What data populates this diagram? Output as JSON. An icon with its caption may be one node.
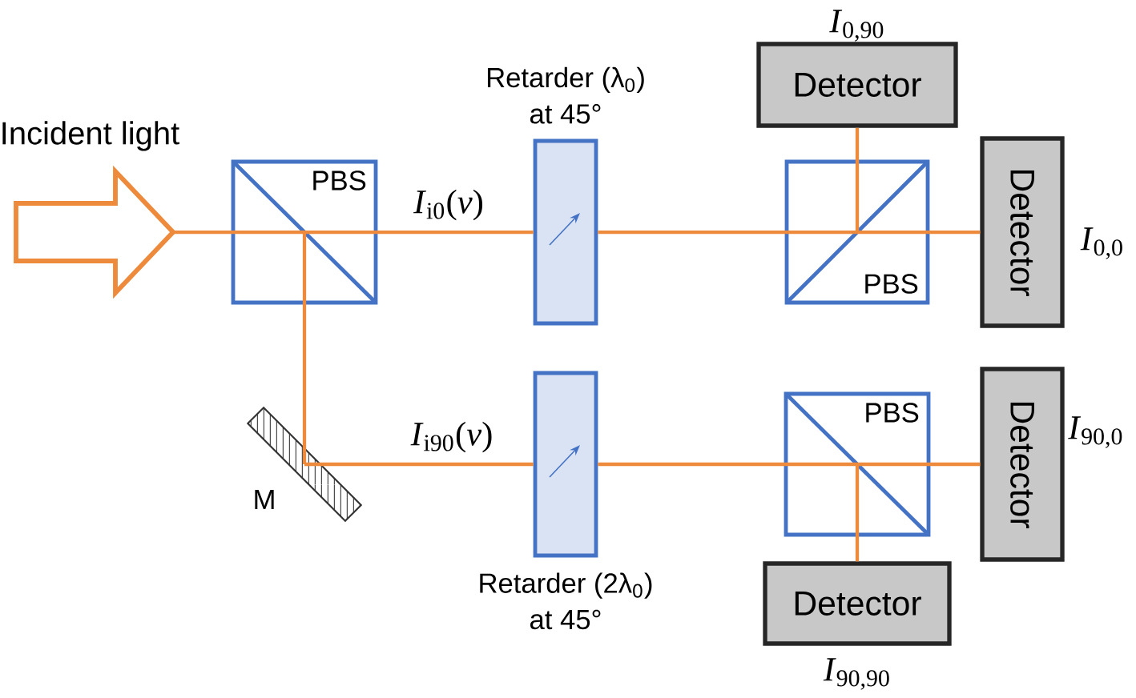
{
  "diagram": {
    "nodes": [
      {
        "text": [
          "Incident light"
        ]
      },
      {
        "text": [
          "PBS"
        ]
      },
      {
        "text": [
          "M"
        ]
      },
      {
        "text": [
          "Retarder (λ$_{0}$) at 45°"
        ]
      },
      {
        "text": [
          "Retarder (2λ$_{0}$) at 45°"
        ]
      },
      {
        "text": [
          "PBS"
        ]
      },
      {
        "text": [
          "Detector"
        ],
        "beside": [
          "*I*$_{0,90}$"
        ]
      },
      {
        "text": [
          "Detector"
        ],
        "beside": [
          "*I*$_{0,0}$"
        ]
      },
      {
        "text": [
          "PBS"
        ]
      },
      {
        "text": [
          "Detector"
        ],
        "beside": [
          "*I*$_{90,0}$"
        ]
      },
      {
        "text": [
          "Detector"
        ],
        "beside": [
          "*I*$_{90,90}$"
        ]
      }
    ],
    "edges": [
      {
        "from": 0,
        "to": 1,
        "arrow": "none"
      },
      {
        "from": 1,
        "to": 3,
        "arrow": "none",
        "label": "*I*$_{i0}$(*ν*)"
      },
      {
        "from": 1,
        "to": 2,
        "arrow": "none"
      },
      {
        "from": 2,
        "to": 4,
        "arrow": "none",
        "label": "*I*$_{i90}$(*ν*)"
      },
      {
        "from": 3,
        "to": 5,
        "arrow": "none"
      },
      {
        "from": 5,
        "to": 6,
        "arrow": "none"
      },
      {
        "from": 5,
        "to": 7,
        "arrow": "none"
      },
      {
        "from": 4,
        "to": 8,
        "arrow": "none"
      },
      {
        "from": 8,
        "to": 9,
        "arrow": "none"
      },
      {
        "from": 8,
        "to": 10,
        "arrow": "none"
      }
    ]
  }
}
